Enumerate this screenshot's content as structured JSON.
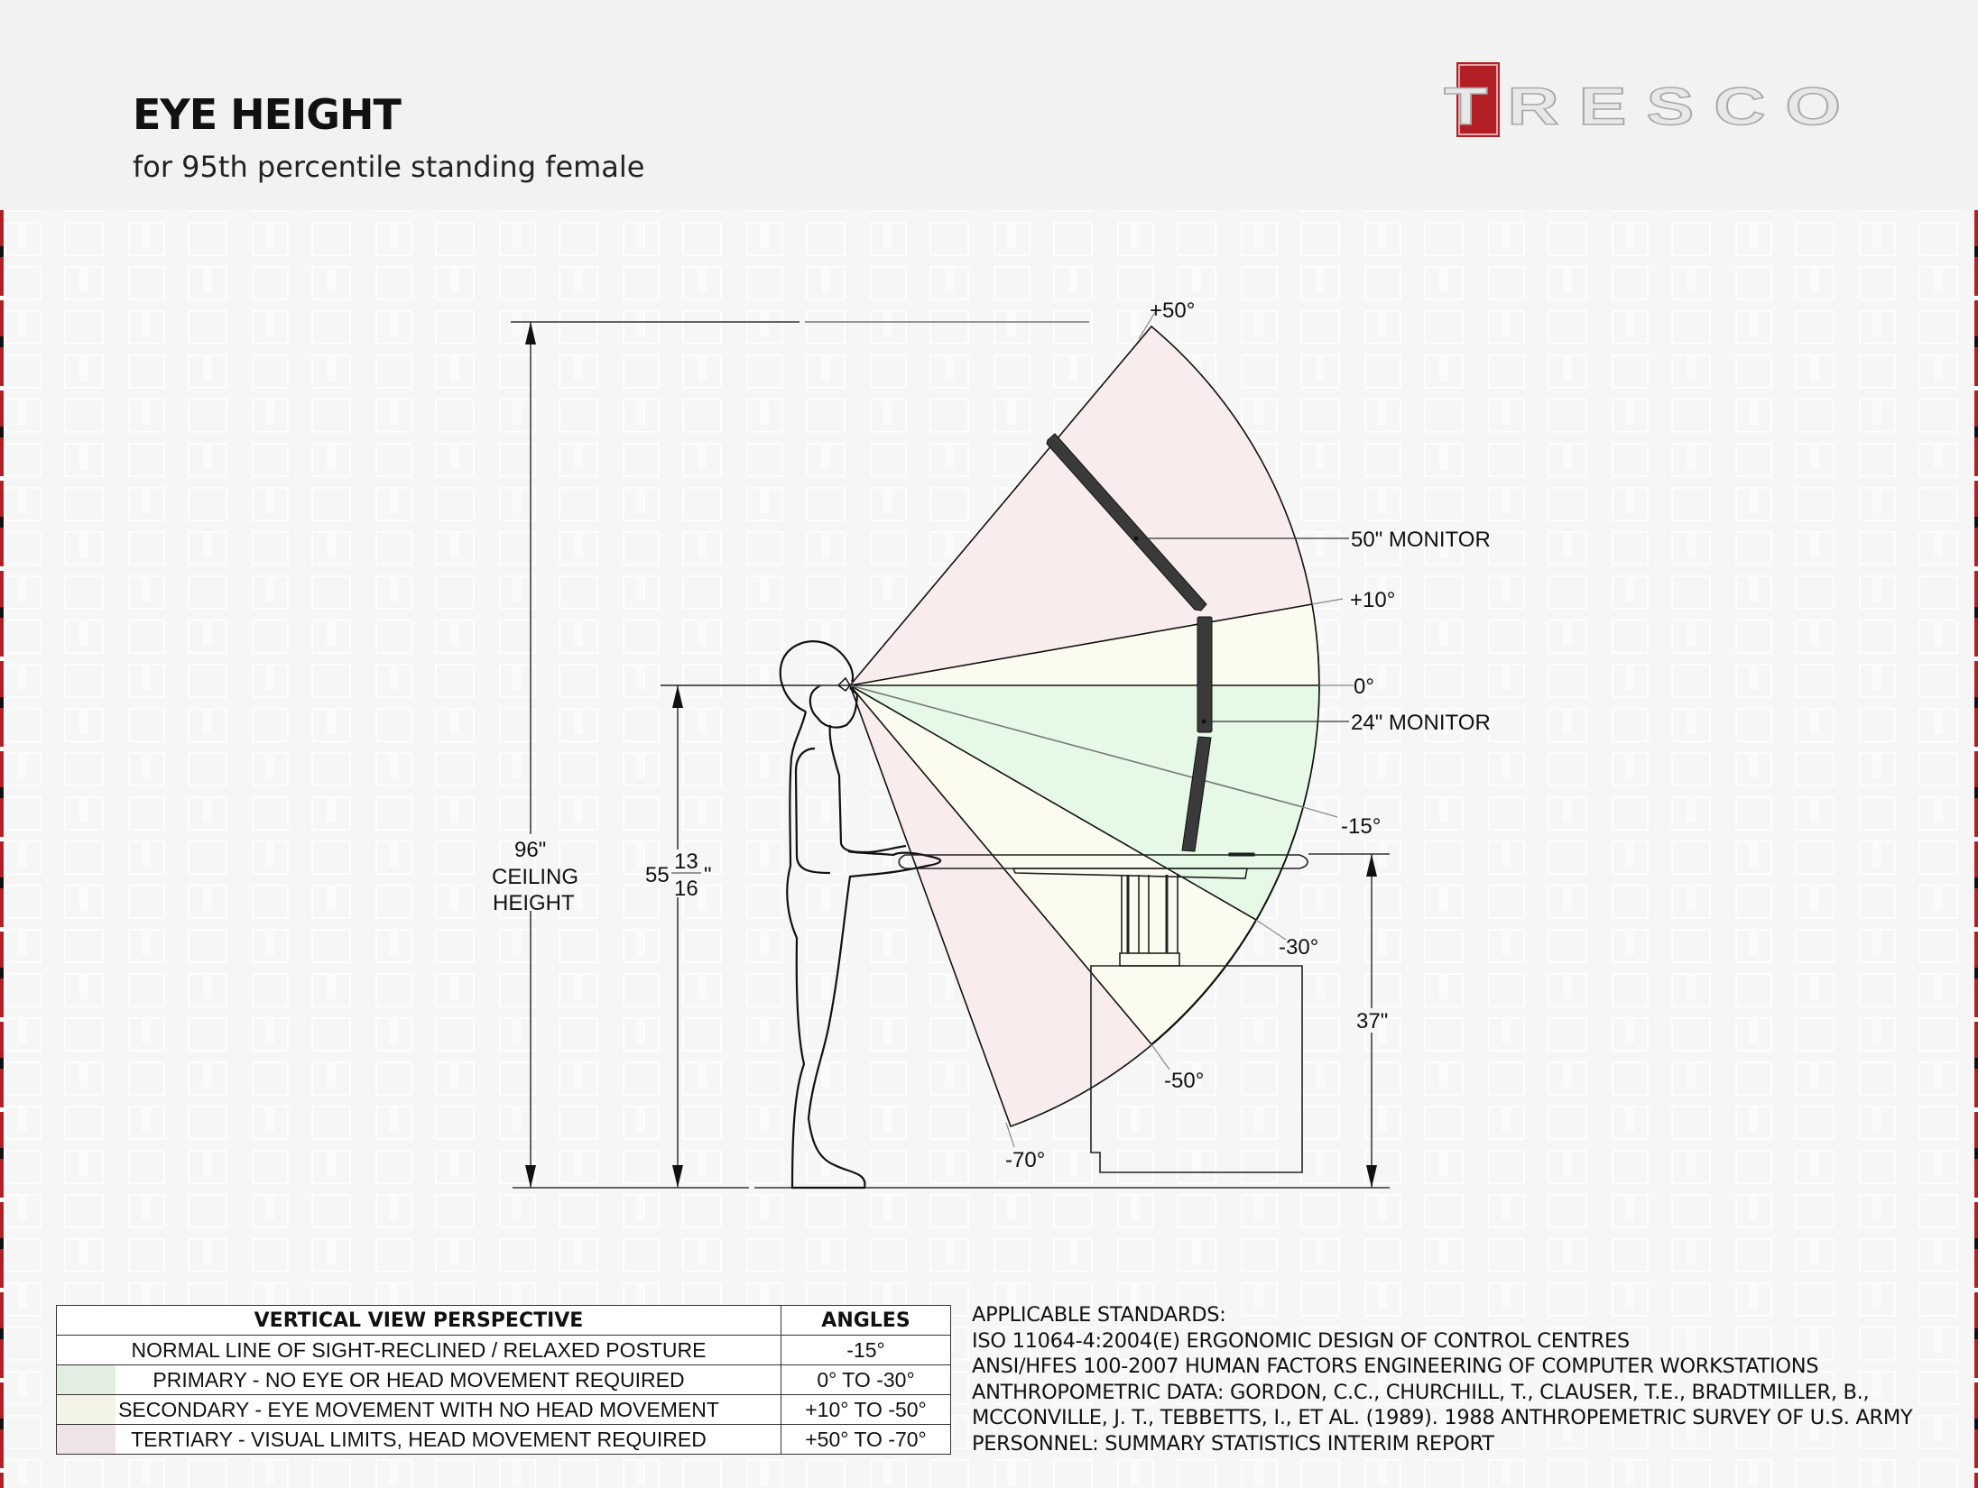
{
  "header": {
    "title": "EYE HEIGHT",
    "subtitle": "for 95th percentile standing female",
    "logo": {
      "text": "TRESCO",
      "accent_color": "#b22025"
    }
  },
  "diagram": {
    "angle_labels": {
      "plus50": "+50°",
      "plus10": "+10°",
      "zero": "0°",
      "minus15": "-15°",
      "minus30": "-30°",
      "minus50": "-50°",
      "minus70": "-70°"
    },
    "callouts": {
      "monitor_50": "50\" MONITOR",
      "monitor_24": "24\" MONITOR"
    },
    "dimensions": {
      "ceiling_value": "96\"",
      "ceiling_label_1": "CEILING",
      "ceiling_label_2": "HEIGHT",
      "eye_whole": "55",
      "eye_numerator": "13",
      "eye_denominator": "16",
      "eye_unit": "\"",
      "desk_height": "37\""
    },
    "zone_colors": {
      "primary": "#e6f8e6",
      "secondary": "#fbfbef",
      "tertiary": "#f8ecec"
    }
  },
  "legend": {
    "headers": {
      "perspective": "VERTICAL VIEW PERSPECTIVE",
      "angles": "ANGLES"
    },
    "rows": [
      {
        "label": "NORMAL LINE OF SIGHT-RECLINED / RELAXED POSTURE",
        "angles": "-15°",
        "swatch": ""
      },
      {
        "label": "PRIMARY - NO EYE OR HEAD MOVEMENT REQUIRED",
        "angles": "0° TO -30°",
        "swatch": "#e3eee3"
      },
      {
        "label": "SECONDARY - EYE MOVEMENT WITH NO HEAD MOVEMENT",
        "angles": "+10° TO -50°",
        "swatch": "#f4f3e8"
      },
      {
        "label": "TERTIARY - VISUAL LIMITS, HEAD MOVEMENT REQUIRED",
        "angles": "+50° TO -70°",
        "swatch": "#efe4e4"
      }
    ]
  },
  "standards": {
    "lines": [
      "APPLICABLE STANDARDS:",
      "ISO 11064-4:2004(E) ERGONOMIC DESIGN OF CONTROL CENTRES",
      "ANSI/HFES 100-2007 HUMAN FACTORS ENGINEERING OF COMPUTER WORKSTATIONS",
      "ANTHROPOMETRIC DATA:  GORDON, C.C., CHURCHILL, T., CLAUSER, T.E., BRADTMILLER, B.,",
      "MCCONVILLE, J. T., TEBBETTS, I., ET AL. (1989). 1988 ANTHROPEMETRIC SURVEY OF U.S. ARMY",
      "PERSONNEL: SUMMARY STATISTICS INTERIM REPORT"
    ]
  }
}
